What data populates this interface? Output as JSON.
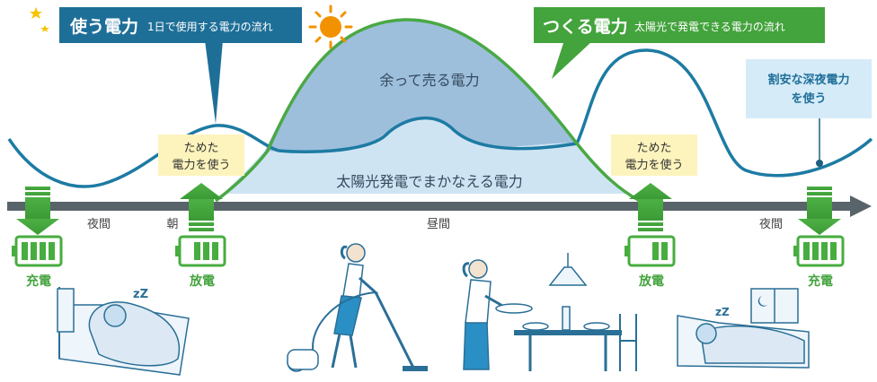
{
  "use_power": {
    "title": "使う電力",
    "subtitle": "1日で使用する電力の流れ"
  },
  "make_power": {
    "title": "つくる電力",
    "subtitle": "太陽光で発電できる電力の流れ"
  },
  "surplus_label": "余って売る電力",
  "solar_cover_label": "太陽光発電でまかなえる電力",
  "stored_left": {
    "line1": "ためた",
    "line2": "電力を使う"
  },
  "stored_right": {
    "line1": "ためた",
    "line2": "電力を使う"
  },
  "night_cheap": {
    "line1": "割安な深夜電力",
    "line2": "を使う"
  },
  "time_labels": {
    "night_left": "夜間",
    "morning": "朝",
    "daytime": "昼間",
    "night_right": "夜間"
  },
  "battery_labels": {
    "charge_left": "充電",
    "discharge_left": "放電",
    "discharge_right": "放電",
    "charge_right": "充電"
  },
  "colors": {
    "use_box": "#1e6f98",
    "use_curve": "#1d7ba3",
    "make_box": "#43a33c",
    "make_curve": "#4aa845",
    "surplus_fill": "#9dbfdc",
    "solar_fill": "#cfe4f3",
    "timeline": "#586469",
    "yellow_box": "#fdf4bd",
    "blue_box": "#d6ebf8",
    "green_icon": "#47ad3f"
  }
}
